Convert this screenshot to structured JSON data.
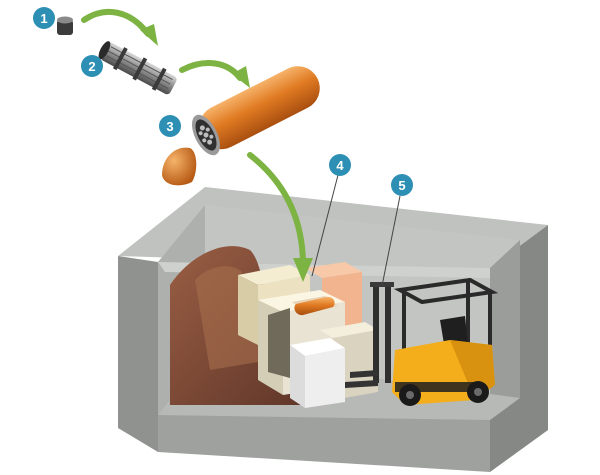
{
  "markers": [
    {
      "id": "1",
      "label": "1"
    },
    {
      "id": "2",
      "label": "2"
    },
    {
      "id": "3",
      "label": "3"
    },
    {
      "id": "4",
      "label": "4"
    },
    {
      "id": "5",
      "label": "5"
    }
  ],
  "colors": {
    "marker_fill": "#2d8fb3",
    "arrow": "#7cb342",
    "canister": "#e07a22",
    "concrete": "#a7aaa7",
    "bentonite": "#f0e6c4",
    "rock": "#7b4a3a",
    "forklift": "#f4ae1b"
  }
}
